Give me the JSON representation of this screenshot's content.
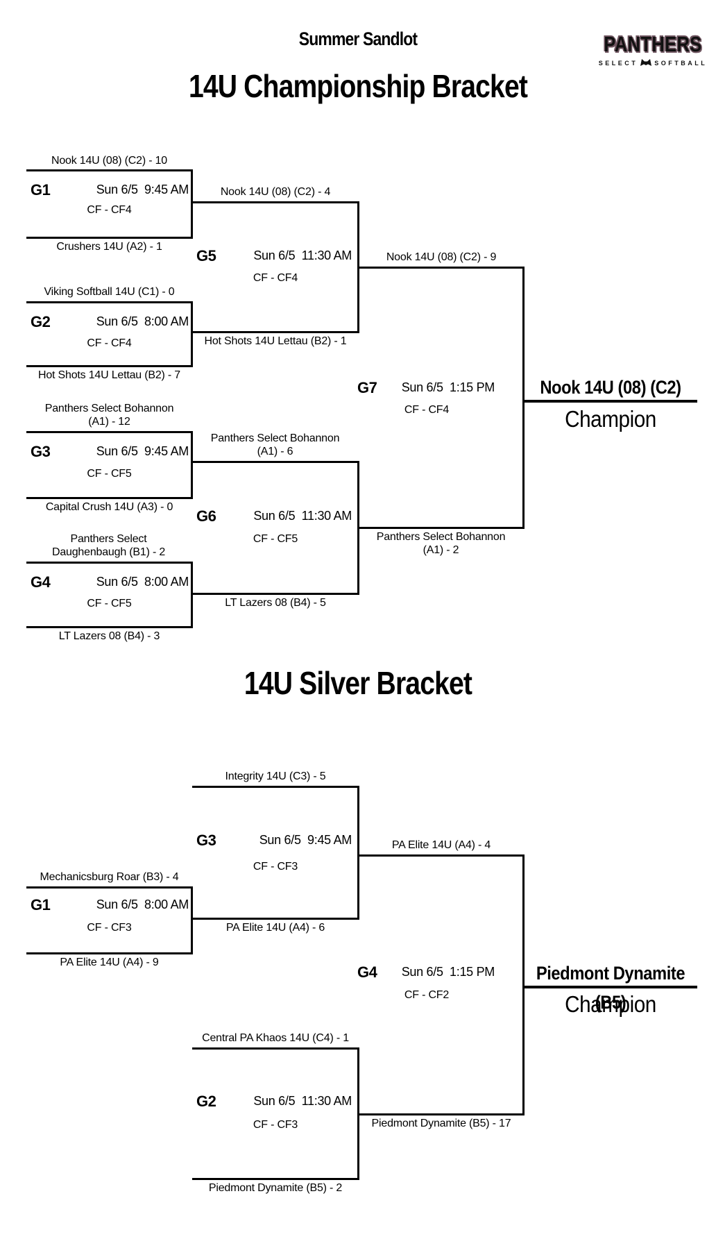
{
  "header": {
    "event_title": "Summer Sandlot",
    "logo": {
      "name": "PANTHERS",
      "sub_left": "SELECT",
      "sub_right": "SOFTBALL"
    }
  },
  "colors": {
    "line": "#000000",
    "logo_outline": "#6f5560"
  },
  "championship": {
    "title": "14U Championship Bracket",
    "g1": {
      "id": "G1",
      "time": "Sun 6/5  9:45 AM",
      "field": "CF - CF4",
      "top_team": "Nook 14U (08) (C2) - 10",
      "bottom_team": "Crushers 14U (A2) - 1"
    },
    "g2": {
      "id": "G2",
      "time": "Sun 6/5  8:00 AM",
      "field": "CF - CF4",
      "top_team": "Viking Softball 14U (C1) - 0",
      "bottom_team": "Hot Shots 14U Lettau (B2) - 7"
    },
    "g3": {
      "id": "G3",
      "time": "Sun 6/5  9:45 AM",
      "field": "CF - CF5",
      "top_team": "Panthers Select Bohannon (A1) - 12",
      "bottom_team": "Capital Crush 14U (A3) - 0"
    },
    "g4": {
      "id": "G4",
      "time": "Sun 6/5  8:00 AM",
      "field": "CF - CF5",
      "top_team": "Panthers Select Daughenbaugh (B1) - 2",
      "bottom_team": "LT Lazers 08 (B4) - 3"
    },
    "g5": {
      "id": "G5",
      "time": "Sun 6/5  11:30 AM",
      "field": "CF - CF4",
      "top_team": "Nook 14U (08) (C2) - 4",
      "bottom_team": "Hot Shots 14U Lettau (B2) - 1",
      "winner": "Nook 14U (08) (C2) - 9"
    },
    "g6": {
      "id": "G6",
      "time": "Sun 6/5  11:30 AM",
      "field": "CF - CF5",
      "top_team": "Panthers Select Bohannon (A1) - 6",
      "bottom_team": "LT Lazers 08 (B4) - 5",
      "winner": "Panthers Select Bohannon (A1) - 2"
    },
    "g7": {
      "id": "G7",
      "time": "Sun 6/5  1:15 PM",
      "field": "CF - CF4"
    },
    "champion": {
      "name": "Nook 14U (08) (C2)",
      "name_line2": "",
      "label": "Champion"
    }
  },
  "silver": {
    "title": "14U Silver Bracket",
    "g3": {
      "id": "G3",
      "time": "Sun 6/5  9:45 AM",
      "field": "CF - CF3",
      "top_team": "Integrity 14U (C3) - 5",
      "bottom_team": "PA Elite 14U (A4) - 6",
      "winner": "PA Elite 14U (A4) - 4"
    },
    "g1": {
      "id": "G1",
      "time": "Sun 6/5  8:00 AM",
      "field": "CF - CF3",
      "top_team": "Mechanicsburg Roar (B3) - 4",
      "bottom_team": "PA Elite 14U (A4) - 9"
    },
    "g2": {
      "id": "G2",
      "time": "Sun 6/5  11:30 AM",
      "field": "CF - CF3",
      "top_team": "Central PA Khaos 14U (C4) - 1",
      "bottom_team": "Piedmont Dynamite (B5) - 2",
      "winner": "Piedmont Dynamite (B5) - 17"
    },
    "g4": {
      "id": "G4",
      "time": "Sun 6/5  1:15 PM",
      "field": "CF - CF2"
    },
    "champion": {
      "name": "Piedmont Dynamite (B5)",
      "name_line1": "Piedmont Dynamite",
      "name_line2": "(B5)",
      "label": "Champion"
    }
  }
}
